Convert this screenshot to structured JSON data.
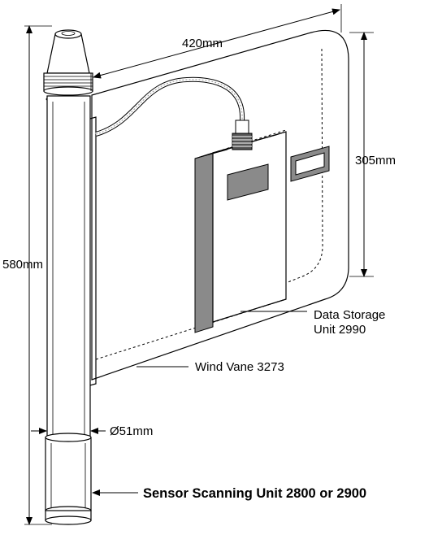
{
  "labels": {
    "width": "420mm",
    "height_vane": "305mm",
    "height_total": "580mm",
    "diameter": "Ø51mm",
    "data_storage_line1": "Data Storage",
    "data_storage_line2": "Unit 2990",
    "wind_vane": "Wind Vane 3273",
    "sensor_scanning": "Sensor Scanning Unit 2800 or 2900"
  },
  "rivet_marks": [
    "0",
    "0",
    "0",
    "0",
    "0",
    "0",
    "0",
    "0",
    "0",
    "0",
    "0"
  ],
  "colors": {
    "line": "#000000",
    "shading": "#8a8a8a",
    "background": "#ffffff"
  }
}
